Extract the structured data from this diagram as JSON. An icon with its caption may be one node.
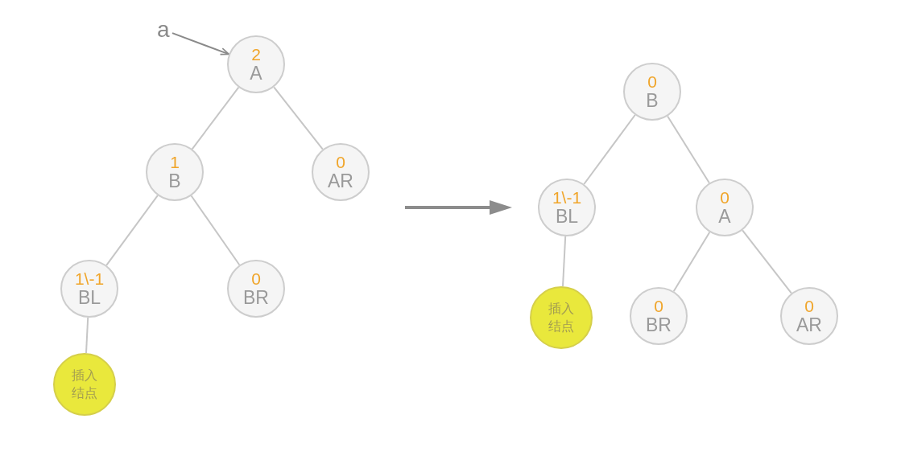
{
  "diagram": {
    "nodes": [
      {
        "text": [
          "a"
        ]
      },
      {
        "text": [
          "2",
          "A"
        ]
      },
      {
        "text": [
          "1",
          "B"
        ]
      },
      {
        "text": [
          "0",
          "AR"
        ]
      },
      {
        "text": [
          "1\\-1",
          "BL"
        ]
      },
      {
        "text": [
          "0",
          "BR"
        ]
      },
      {
        "text": [
          "插入结点"
        ]
      },
      {
        "text": [
          "0",
          "B"
        ]
      },
      {
        "text": [
          "1\\-1",
          "BL"
        ]
      },
      {
        "text": [
          "0",
          "A"
        ]
      },
      {
        "text": [
          "插入结点"
        ]
      },
      {
        "text": [
          "0",
          "BR"
        ]
      },
      {
        "text": [
          "0",
          "AR"
        ]
      }
    ],
    "edges": [
      {
        "from": 0,
        "to": 1,
        "arrow": "to"
      },
      {
        "from": 1,
        "to": 2,
        "arrow": "none"
      },
      {
        "from": 1,
        "to": 3,
        "arrow": "none"
      },
      {
        "from": 2,
        "to": 4,
        "arrow": "none"
      },
      {
        "from": 2,
        "to": 5,
        "arrow": "none"
      },
      {
        "from": 4,
        "to": 6,
        "arrow": "none"
      },
      {
        "from": 7,
        "to": 8,
        "arrow": "none"
      },
      {
        "from": 7,
        "to": 9,
        "arrow": "none"
      },
      {
        "from": 8,
        "to": 10,
        "arrow": "none"
      },
      {
        "from": 9,
        "to": 11,
        "arrow": "none"
      },
      {
        "from": 9,
        "to": 12,
        "arrow": "none"
      }
    ]
  }
}
